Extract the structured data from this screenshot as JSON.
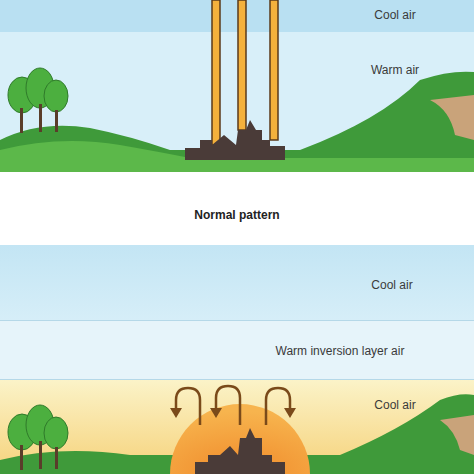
{
  "diagram": {
    "nodes": [
      {
        "text": [
          "Cool air"
        ]
      },
      {
        "text": [
          "Warm air"
        ]
      },
      {
        "text": [
          "Cool air"
        ]
      },
      {
        "text": [
          "Warm inversion layer air"
        ]
      },
      {
        "text": [
          "Cool air"
        ]
      }
    ],
    "labels": [
      "Normal pattern"
    ]
  }
}
